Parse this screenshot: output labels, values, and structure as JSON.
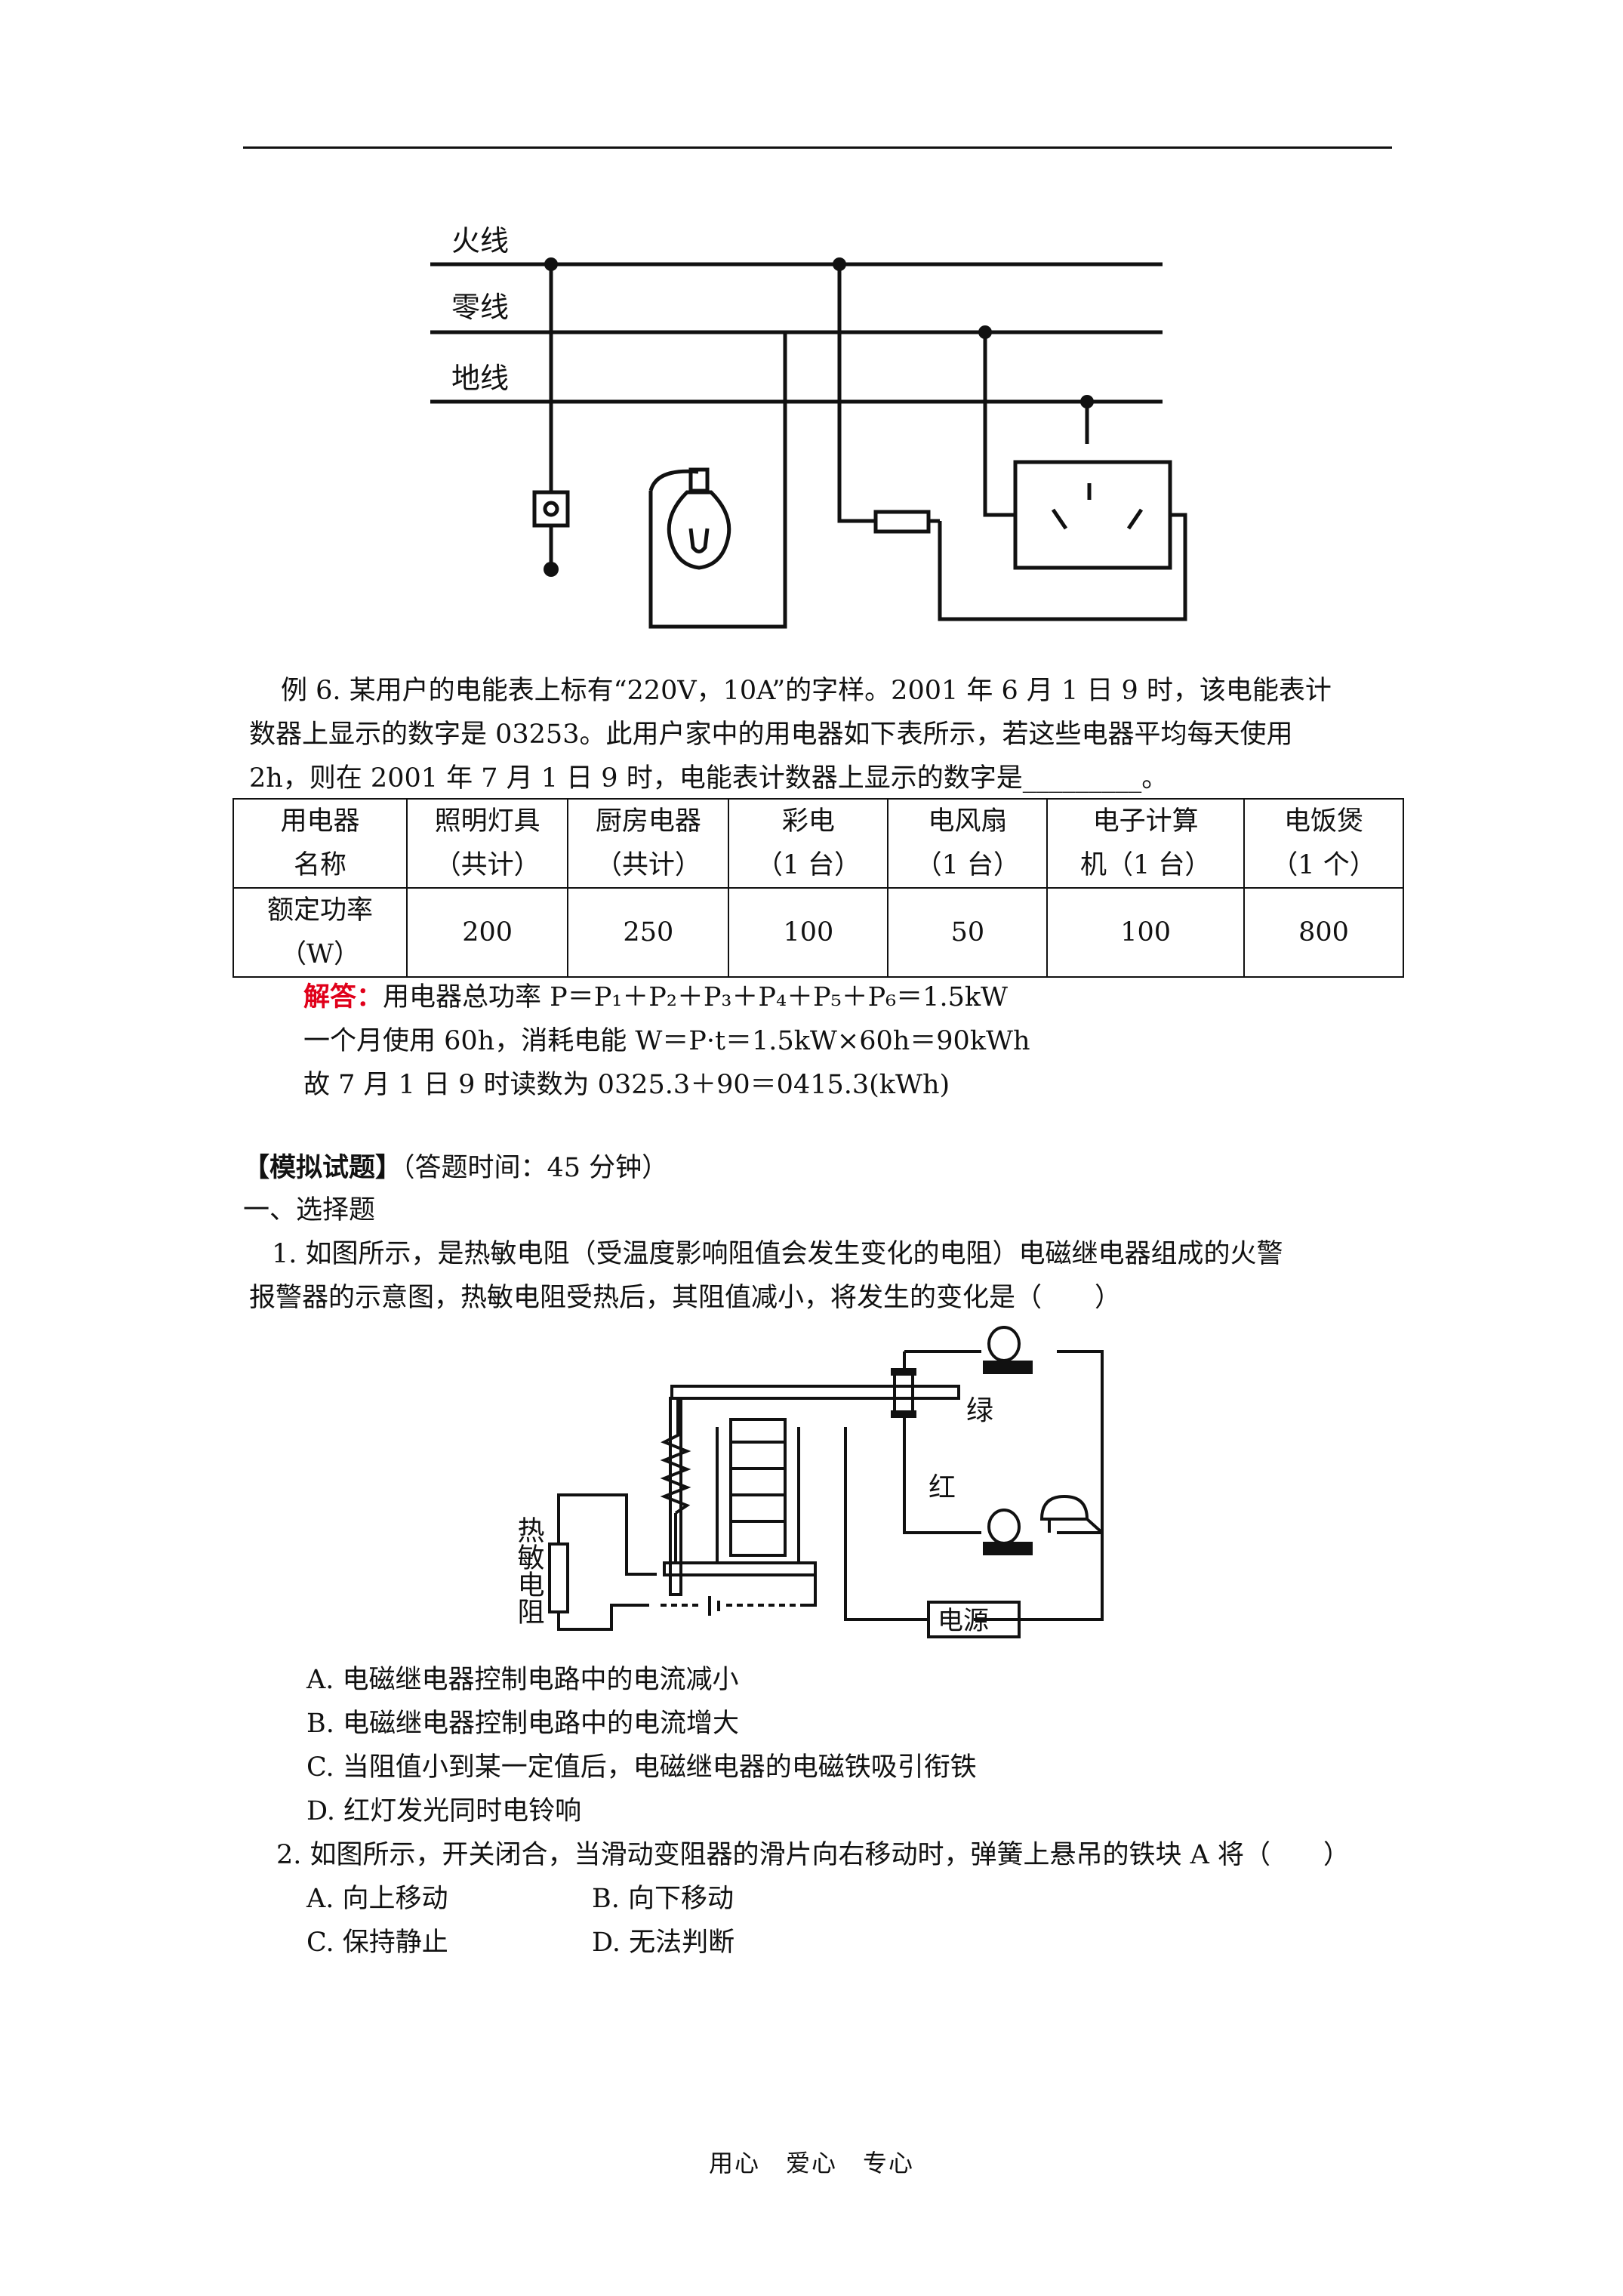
{
  "figure1": {
    "live_label": "火线",
    "neutral_label": "零线",
    "ground_label": "地线"
  },
  "example6": {
    "line1": "例 6. 某用户的电能表上标有“220V，10A”的字样。2001 年 6 月 1 日 9 时，该电能表计",
    "line2": "数器上显示的数字是 03253。此用户家中的用电器如下表所示，若这些电器平均每天使用",
    "line3": "2h，则在 2001 年 7 月 1 日 9 时，电能表计数器上显示的数字是_________。"
  },
  "table": {
    "header_label_line1": "用电器",
    "header_label_line2": "名称",
    "appliances": [
      {
        "line1": "照明灯具",
        "line2": "（共计）",
        "power": "200"
      },
      {
        "line1": "厨房电器",
        "line2": "（共计）",
        "power": "250"
      },
      {
        "line1": "彩电",
        "line2": "（1 台）",
        "power": "100"
      },
      {
        "line1": "电风扇",
        "line2": "（1 台）",
        "power": "50"
      },
      {
        "line1": "电子计算",
        "line2": "机（1 台）",
        "power": "100"
      },
      {
        "line1": "电饭煲",
        "line2": "（1 个）",
        "power": "800"
      }
    ],
    "power_label_line1": "额定功率",
    "power_label_line2": "（W）"
  },
  "answer": {
    "label": "解答：",
    "line1": "用电器总功率 P＝P₁＋P₂＋P₃＋P₄＋P₅＋P₆＝1.5kW",
    "line2": "一个月使用 60h，消耗电能 W＝P·t＝1.5kW×60h＝90kWh",
    "line3": "故 7 月 1 日 9 时读数为 0325.3＋90＝0415.3(kWh)"
  },
  "mock_test": {
    "heading": "【模拟试题】",
    "time_note": "（答题时间：45 分钟）",
    "section": "一、选择题"
  },
  "q1": {
    "line1": "1. 如图所示，是热敏电阻（受温度影响阻值会发生变化的电阻）电磁继电器组成的火警",
    "line2": "报警器的示意图，热敏电阻受热后，其阻值减小，将发生的变化是（　　）",
    "figure": {
      "green_label": "绿",
      "red_label": "红",
      "thermistor_label": "热敏电阻",
      "power_label": "电源"
    },
    "options": [
      "A. 电磁继电器控制电路中的电流减小",
      "B. 电磁继电器控制电路中的电流增大",
      "C. 当阻值小到某一定值后，电磁继电器的电磁铁吸引衔铁",
      "D. 红灯发光同时电铃响"
    ]
  },
  "q2": {
    "line": "2. 如图所示，开关闭合，当滑动变阻器的滑片向右移动时，弹簧上悬吊的铁块 A 将（　　）",
    "options": [
      "A. 向上移动",
      "B. 向下移动",
      "C. 保持静止",
      "D. 无法判断"
    ]
  },
  "footer": "用心　爱心　专心"
}
